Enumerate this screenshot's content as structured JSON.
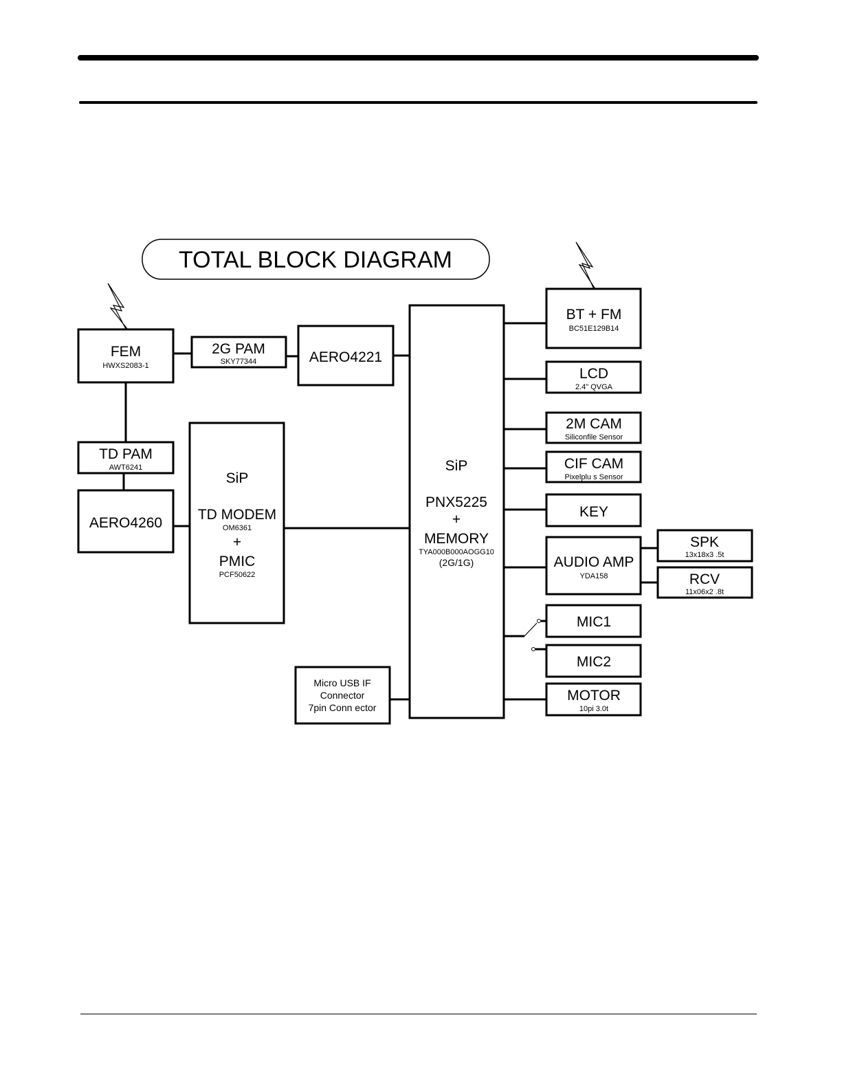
{
  "title": "TOTAL BLOCK DIAGRAM",
  "blocks": {
    "fem": {
      "name": "FEM",
      "part": "HWXS2083-1"
    },
    "pam2g": {
      "name": "2G PAM",
      "part": "SKY77344"
    },
    "aero4221": {
      "name": "AERO4221"
    },
    "tdpam": {
      "name": "TD PAM",
      "part": "AWT6241"
    },
    "aero4260": {
      "name": "AERO4260"
    },
    "modem": {
      "line1": "SiP",
      "line2": "TD MODEM",
      "part1": "OM6361",
      "plus": "+",
      "line3": "PMIC",
      "part2": "PCF50622"
    },
    "main": {
      "line1": "SiP",
      "line2": "PNX5225",
      "plus": "+",
      "line3": "MEMORY",
      "part": "TYA000B000AOGG10",
      "note": "(2G/1G)"
    },
    "usb": {
      "line1": "Micro USB IF",
      "line2": "Connector",
      "line3": "7pin  Conn ector"
    },
    "btfm": {
      "name": "BT + FM",
      "part": "BC51E129B14"
    },
    "lcd": {
      "name": "LCD",
      "part": "2.4\" QVGA"
    },
    "cam2m": {
      "name": "2M CAM",
      "part": "Siliconfile  Sensor"
    },
    "cifcam": {
      "name": "CIF CAM",
      "part": "Pixelplu s Sensor"
    },
    "key": {
      "name": "KEY"
    },
    "audioamp": {
      "name": "AUDIO AMP",
      "part": "YDA158"
    },
    "spk": {
      "name": "SPK",
      "part": "13x18x3 .5t"
    },
    "rcv": {
      "name": "RCV",
      "part": "11x06x2 .8t"
    },
    "mic1": {
      "name": "MIC1"
    },
    "mic2": {
      "name": "MIC2"
    },
    "motor": {
      "name": "MOTOR",
      "part": "10pi  3.0t"
    }
  }
}
